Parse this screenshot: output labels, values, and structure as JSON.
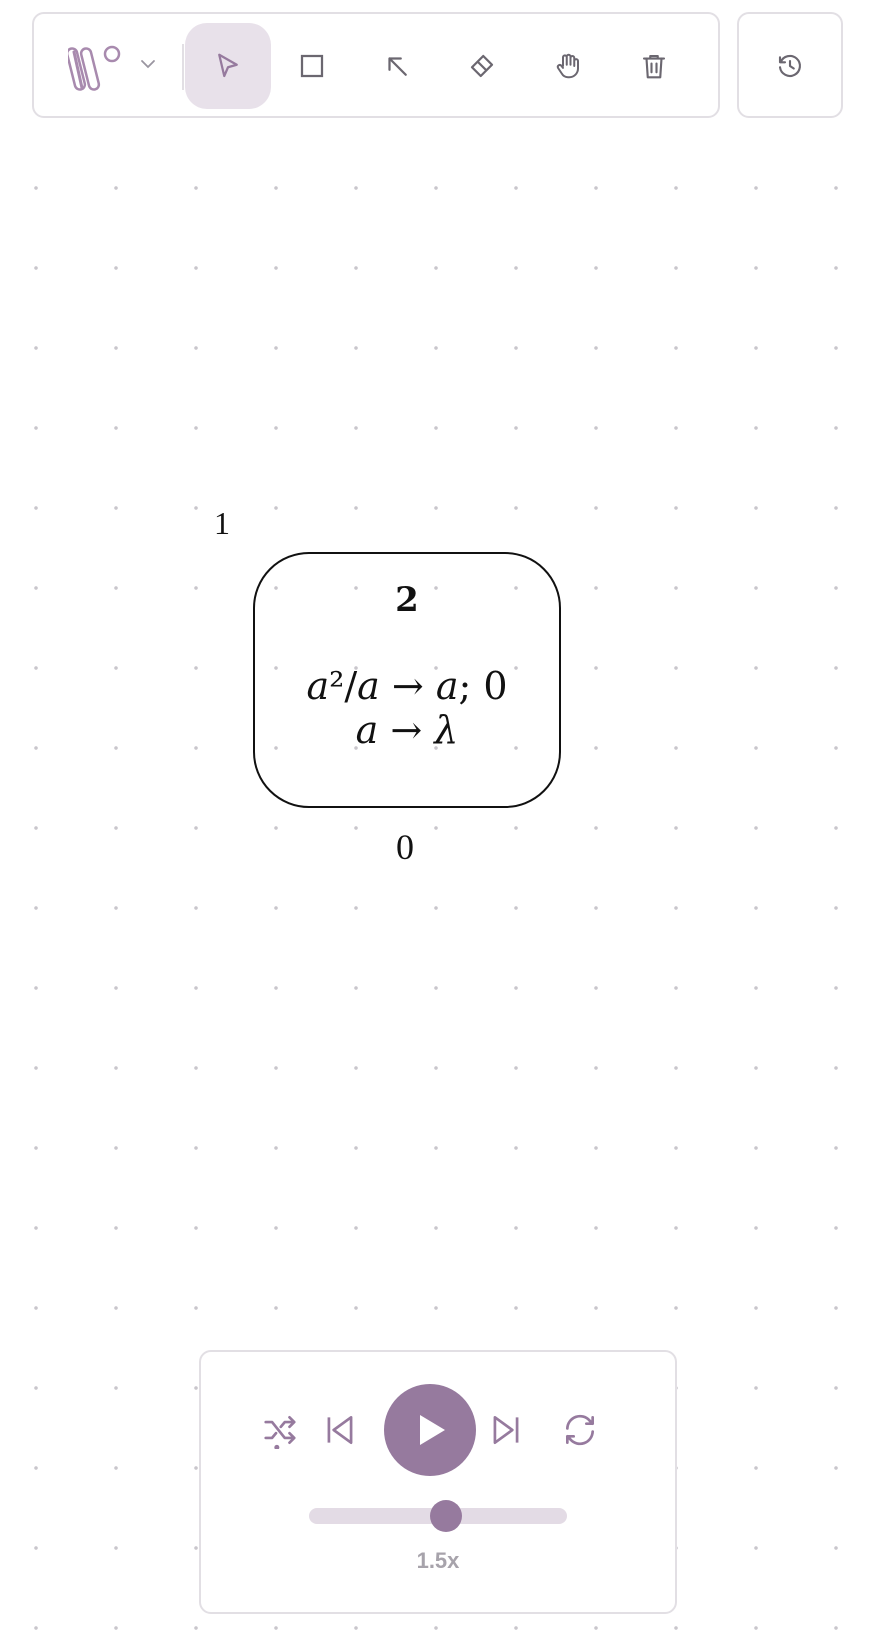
{
  "toolbar": {
    "tools": [
      {
        "name": "select",
        "icon": "cursor-icon",
        "active": true
      },
      {
        "name": "rectangle",
        "icon": "square-icon"
      },
      {
        "name": "arrow",
        "icon": "arrow-up-left-icon"
      },
      {
        "name": "eraser",
        "icon": "eraser-icon"
      },
      {
        "name": "hand",
        "icon": "hand-icon"
      },
      {
        "name": "delete",
        "icon": "trash-icon"
      }
    ]
  },
  "history": {
    "icon": "history-icon"
  },
  "canvas": {
    "node": {
      "number": "2",
      "rule_1": "a²/a → a; 0",
      "rule_2": "a → λ"
    },
    "outside_label_top": "1",
    "outside_label_bottom": "0"
  },
  "player": {
    "speed_label": "1.5x",
    "speed_fraction": 0.5,
    "icons": [
      "shuffle-icon",
      "skip-back-icon",
      "play-icon",
      "skip-forward-icon",
      "repeat-icon"
    ]
  },
  "colors": {
    "accent": "#967a9e",
    "accent_light": "#e8e1ea",
    "border": "#e2dfe4",
    "icon": "#6b6770"
  }
}
